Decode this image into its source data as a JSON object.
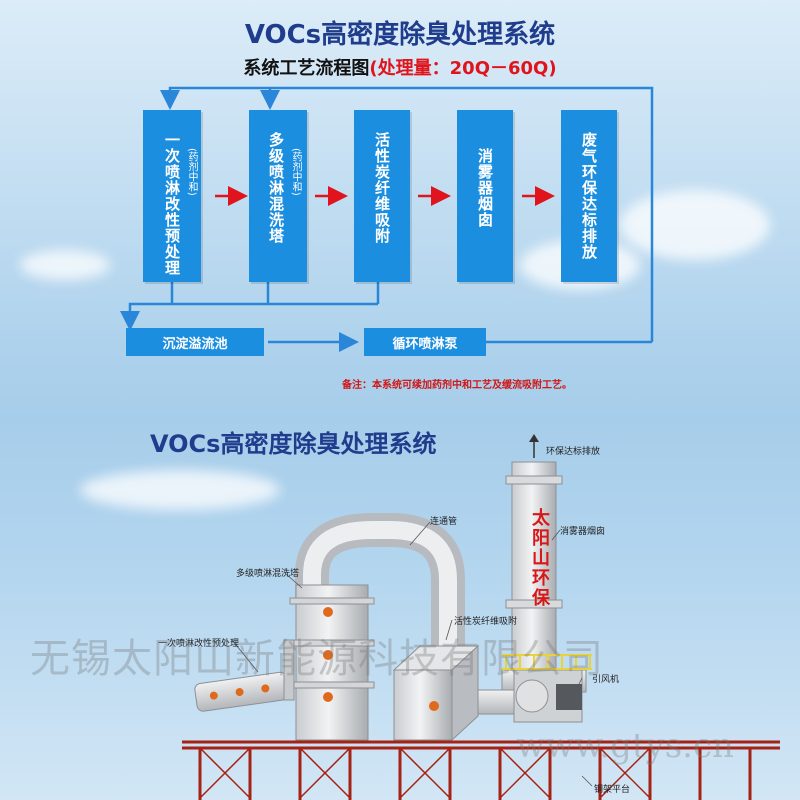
{
  "main_title": "VOCs高密度除臭处理系统",
  "subtitle": {
    "prefix": "系统工艺流程图",
    "highlight": "(处理量：20Q－60Q)"
  },
  "stages": [
    {
      "main": "一次喷淋改性预处理",
      "sub": "(药剂中和)"
    },
    {
      "main": "多级喷淋混洗塔",
      "sub": "(药剂中和)"
    },
    {
      "main": "活性炭纤维吸附",
      "sub": ""
    },
    {
      "main": "消雾器烟囱",
      "sub": ""
    },
    {
      "main": "废气环保达标排放",
      "sub": ""
    }
  ],
  "bottom_boxes": {
    "tank": "沉淀溢流池",
    "pump": "循环喷淋泵"
  },
  "note": "备注：本系统可续加药剂中和工艺及缓流吸附工艺。",
  "diagram_title": "VOCs高密度除臭处理系统",
  "labels": {
    "exhaust": "环保达标排放",
    "connector": "连通管",
    "demister": "消雾器烟囱",
    "multi_tower": "多级喷淋混洗塔",
    "carbon": "活性炭纤维吸附",
    "pretreat": "一次喷淋改性预处理",
    "fan": "引风机",
    "platform": "钢架平台"
  },
  "brand": "太阳山环保",
  "watermark": {
    "company": "无锡太阳山新能源科技有限公司",
    "url": "www.gtys.cn"
  },
  "colors": {
    "box_blue": "#1c8ee0",
    "title_blue": "#1f3d8c",
    "accent_red": "#e0141c",
    "steel": "#a52214"
  }
}
